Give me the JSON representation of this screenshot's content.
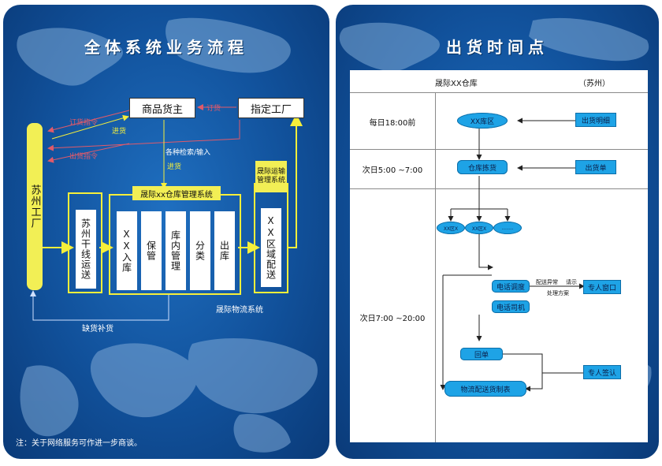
{
  "left": {
    "title": "全体系统业务流程",
    "merchant": "商品货主",
    "factory_designated": "指定工厂",
    "suzhou_factory": "苏州工厂",
    "trunk_transport": "苏州干线运送",
    "wms_title": "晟际xx仓库管理系统",
    "inbound": "XX入库",
    "storage": "保管",
    "internal": "库内管理",
    "sorting": "分类",
    "outbound": "出库",
    "regional_title": "晟际运输管理系统",
    "regional_delivery": "XX区域配送",
    "logistics_system": "晟际物流系统",
    "order_instruction": "订货指令",
    "order": "订货",
    "purchase": "进货",
    "shipping_instruction": "出货指令",
    "checks_input": "各种检索/输入",
    "purchase2": "进货",
    "replenish": "缺货补货",
    "note": "注：关于网络服务可作进一步商谈。"
  },
  "right": {
    "title": "出货时间点",
    "header_company": "晟际XX仓库",
    "header_city": "（苏州）",
    "rows": [
      {
        "time": "每日18:00前"
      },
      {
        "time": "次日5:00 ~7:00"
      },
      {
        "time": "次日7:00 ~20:00"
      }
    ],
    "xx_warehouse": "XX库区",
    "shipping_detail": "出货明细",
    "warehouse_picking": "仓库拣货",
    "shipping_order": "出货单",
    "small_ovals": [
      "XX区X",
      "XX区X",
      "........"
    ],
    "dispatch": "电话调度",
    "driver": "电话司机",
    "exception": "配送异常",
    "report": "请示",
    "plan": "处理方案",
    "window": "专人窗口",
    "receipt": "回单",
    "schedule": "物流配送货制表",
    "signoff": "专人签认"
  }
}
